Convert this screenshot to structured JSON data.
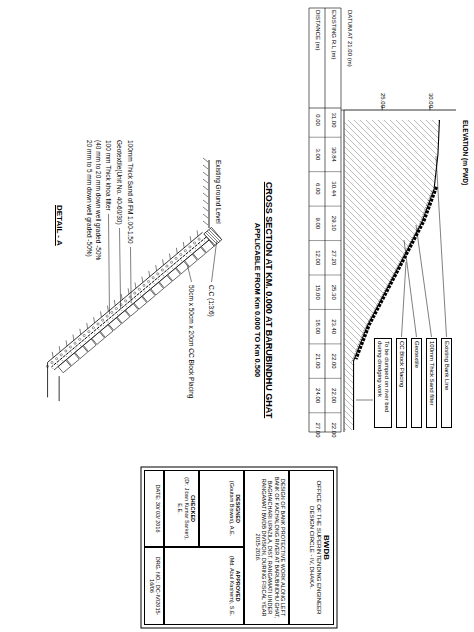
{
  "diagram": {
    "title": "CROSS SECTION AT KM. 0.000 AT BARUBINDHU GHAT",
    "nodes": [
      {
        "text": [
          "Existing Bank Line"
        ]
      },
      {
        "text": [
          "100mm Thick Sand filter"
        ]
      },
      {
        "text": [
          "Geotextile"
        ]
      },
      {
        "text": [
          "CC Block Placing"
        ]
      },
      {
        "text": [
          "To be dumped on river bed during dredging work"
        ]
      },
      {
        "text": [
          "BWDB",
          "OFFICE OF THE SUPERINTENDING ENGINEER",
          "DESIGN CIRCLE - IV, DHAKA."
        ]
      },
      {
        "text": [
          "DESIGN OF BANK PROTECTIVE WORK ALONG LEFT BANK OF KACHALONG RIVER AT BARUBINDHU GHAT, BAGHAICHARI UPAZILA, DIST. RANGAMATI UNDER RANGAMATI BWDB DIVISION, DURING FISCAL YEAR 2015-2016."
        ]
      },
      {
        "text": [
          "DESIGNED",
          "(Goutam Biswas), A.E."
        ]
      },
      {
        "text": [
          "APPROVED",
          "(Md. Abul Kashem), S.E."
        ]
      },
      {
        "text": [
          "CHECKED",
          "(Dr. Jiban Kumar Sarker), E.E."
        ]
      },
      {
        "text": [
          "DATE: 30/ 03/ 2016"
        ]
      },
      {
        "text": [
          "DRG. NO.: DC-IV/2015-16/06"
        ]
      }
    ],
    "labels": [
      "ELEVATION (m PWD)",
      "30.00",
      "25.00",
      "DATUM AT 21.00 (m)",
      "EXISTING R.L (m)",
      "DISTANCE (m)",
      "31.00",
      "30.84",
      "30.44",
      "29.10",
      "27.20",
      "25.30",
      "23.40",
      "22.00",
      "22.00",
      "22.00",
      "0.00",
      "3.00",
      "6.00",
      "9.00",
      "12.00",
      "15.00",
      "18.00",
      "21.00",
      "24.00",
      "27.00",
      "APPLICABLE FROM Km 0.000 TO Km 0.500",
      "Existing Ground Level",
      "C.C (1:3:6)",
      "50cm x 50cm x 20cm CC Block Placing",
      "100mm Thick Sand of FM 1.00-1.50",
      "Geotextile(Unit No. 40-60/30)",
      "100 mm Thick khoa filter",
      "(40 mm to 20 mm down well graded -50%",
      "20 mm to 5 mm down well graded -50%)",
      "DETAIL - A"
    ]
  }
}
